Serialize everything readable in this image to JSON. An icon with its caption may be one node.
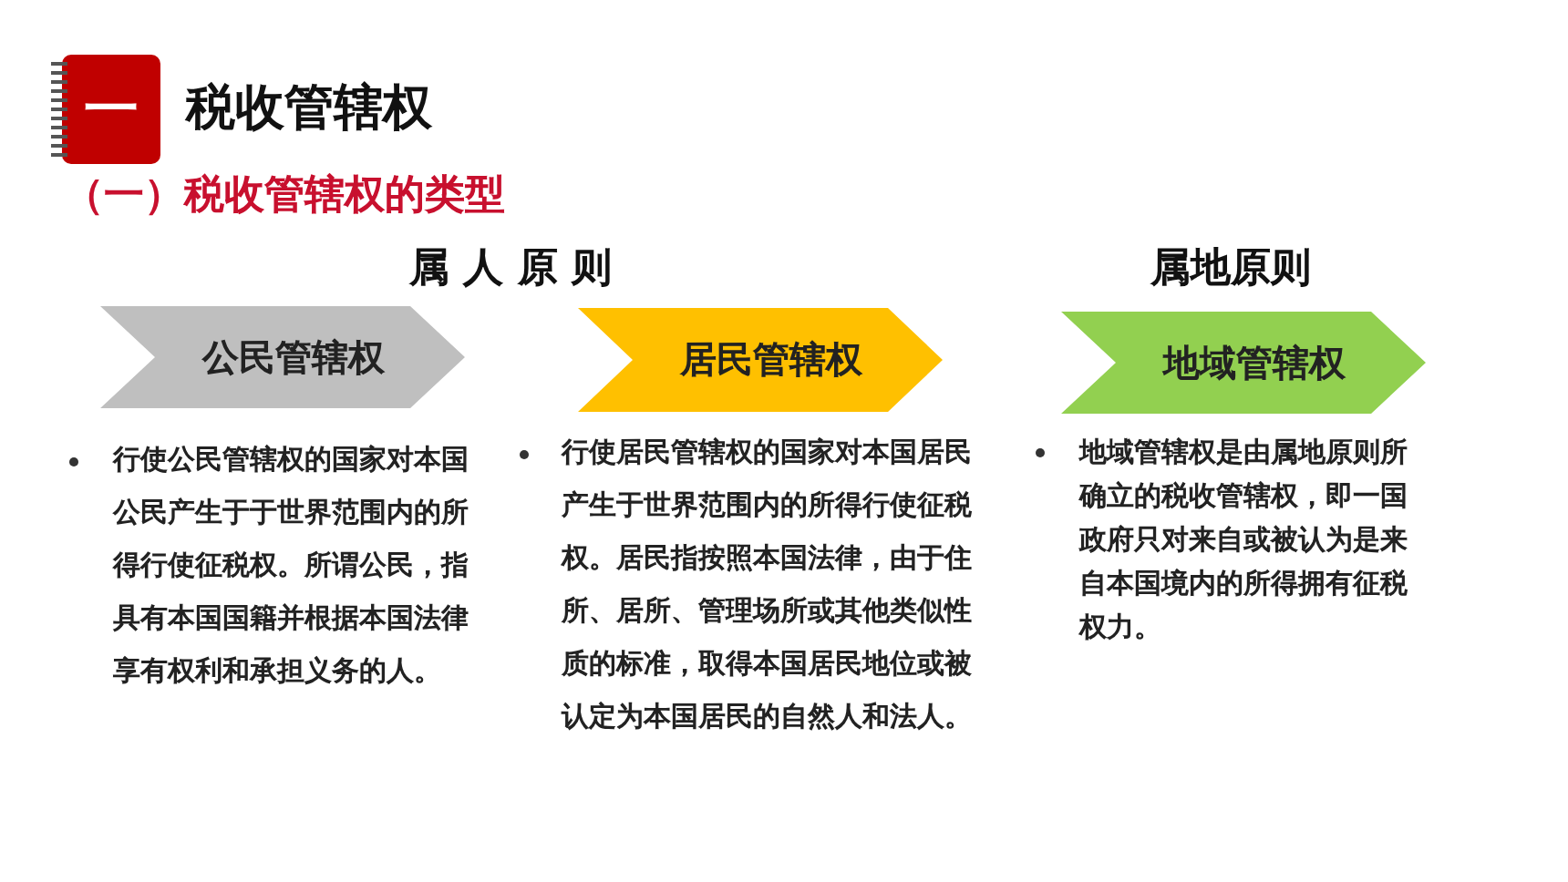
{
  "diagram": {
    "title": "税收管辖权",
    "nodes": [
      {
        "text": [
          "一"
        ]
      },
      {
        "text": [
          "公民管辖权"
        ]
      },
      {
        "text": [
          "居民管辖权"
        ]
      },
      {
        "text": [
          "地域管辖权"
        ]
      }
    ],
    "labels": [
      "（一）税收管辖权的类型",
      "属 人 原 则",
      "属地原则",
      "行使公民管辖权的国家对本国公民产生于于世界范围内的所得行使征税权。所谓公民，指具有本国国籍并根据本国法律享有权利和承担义务的人。",
      "行使居民管辖权的国家对本国居民产生于世界范围内的所得行使征税权。居民指按照本国法律，由于住所、居所、管理场所或其他类似性质的标准，取得本国居民地位或被认定为本国居民的自然人和法人。",
      "地域管辖权是由属地原则所确立的税收管辖权，即一国政府只对来自或被认为是来自本国境内的所得拥有征税权力。"
    ]
  }
}
